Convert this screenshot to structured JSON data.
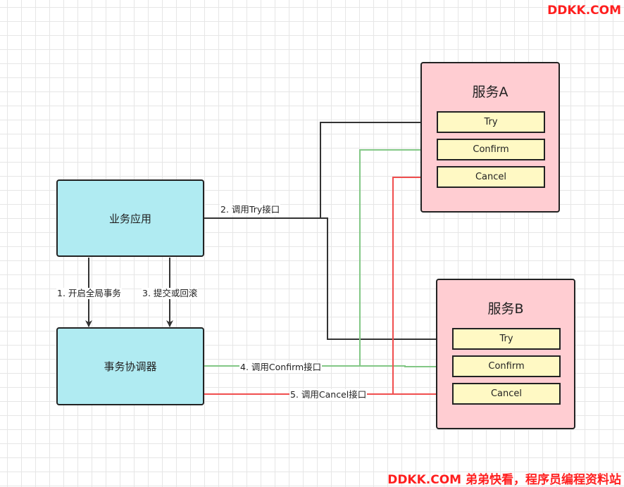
{
  "watermark": {
    "top": "DDKK.COM",
    "bottom": "DDKK.COM 弟弟快看，程序员编程资料站"
  },
  "nodes": {
    "business_app": "业务应用",
    "coordinator": "事务协调器"
  },
  "services": [
    {
      "title": "服务A",
      "methods": [
        "Try",
        "Confirm",
        "Cancel"
      ]
    },
    {
      "title": "服务B",
      "methods": [
        "Try",
        "Confirm",
        "Cancel"
      ]
    }
  ],
  "edges": {
    "begin": "1. 开启全局事务",
    "commit_rollback": "3. 提交或回滚",
    "call_try": "2. 调用Try接口",
    "call_confirm": "4. 调用Confirm接口",
    "call_cancel": "5. 调用Cancel接口"
  },
  "colors": {
    "try": "#333333",
    "confirm": "#82c785",
    "cancel": "#f04e4e",
    "node": "#b0ebf2",
    "service": "#ffcdd2",
    "method": "#fff9c4"
  }
}
